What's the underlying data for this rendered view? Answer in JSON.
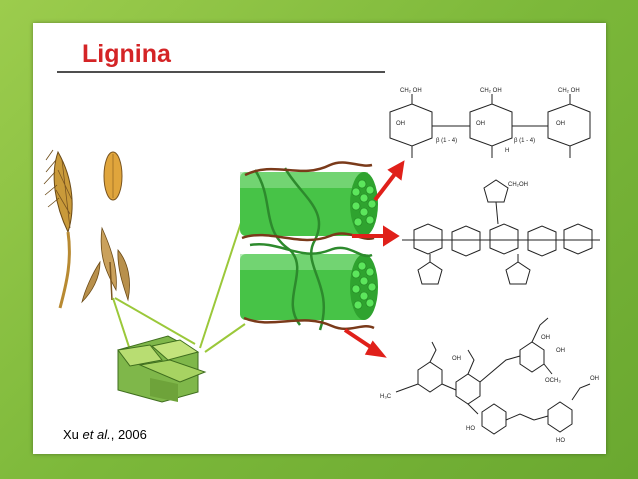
{
  "slide": {
    "title": "Lignina",
    "citation": {
      "author": "Xu",
      "etal": "et al.",
      "year": ", 2006"
    }
  },
  "colors": {
    "title": "#d42426",
    "arrow": "#e0201a",
    "fiber": "#3fbf3f",
    "lignin_strand": "#7a3a1a",
    "background": "#8bc34a"
  },
  "structures": {
    "cellulose": {
      "labels": [
        "β (1 - 4)",
        "β (1 - 4)",
        "CH₂ OH",
        "CH₂ OH",
        "CH₂ OH",
        "OH",
        "OH",
        "OH",
        "H"
      ]
    },
    "hemicellulose": {
      "labels": [
        "CH₂OH"
      ]
    },
    "lignin": {
      "labels": [
        "OH",
        "OH",
        "OH",
        "OH",
        "OCH₃",
        "H₃C",
        "HO",
        "HO"
      ]
    }
  },
  "icons": [
    "wheat-plant-icon",
    "cell-block-icon",
    "fiber-bundle-icon",
    "arrow-icon"
  ]
}
